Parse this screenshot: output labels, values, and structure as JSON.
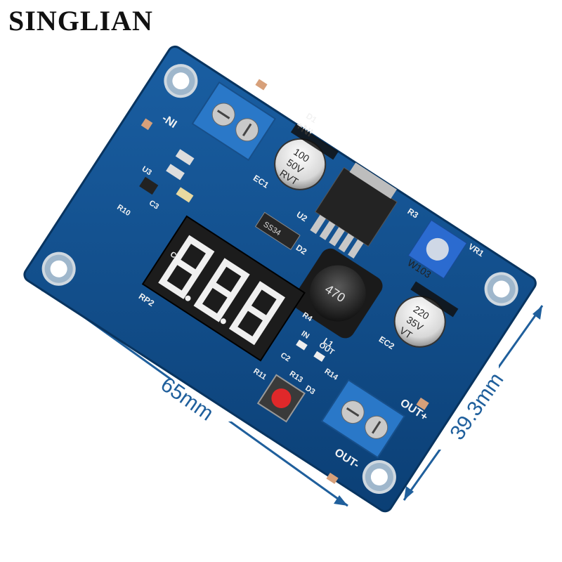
{
  "brand": {
    "name": "SINGLIAN"
  },
  "dimensions": {
    "width_label": "65mm",
    "height_label": "39.3mm"
  },
  "board_labels": {
    "in_plus": "+NI",
    "in_minus": "-NI",
    "out_plus": "OUT+",
    "out_minus": "OUT-",
    "in_led": "IN",
    "out_led": "OUT",
    "d1": "D1",
    "d2": "D2",
    "d3": "D3",
    "ec1": "EC1",
    "ec2": "EC2",
    "u2": "U2",
    "u3": "U3",
    "l1": "L1",
    "r3": "R3",
    "r4": "R4",
    "r10": "R10",
    "r11": "R11",
    "r13": "R13",
    "r14": "R14",
    "c1": "C1",
    "c2": "C2",
    "c3": "C3",
    "rp2": "RP2",
    "vr1": "VR1",
    "diode_mark": "SS34",
    "inductor_value": "470",
    "pot_value": "W103",
    "cap_in_value": "100",
    "cap_in_voltage": "50V",
    "cap_in_series": "RVT",
    "cap_out_value": "220",
    "cap_out_voltage": "35V",
    "cap_out_series": "VT"
  },
  "colors": {
    "pcb": "#0f4f8f",
    "dimension_line": "#1f5f9c",
    "terminal": "#2a78c8",
    "display": "#1c1c1c"
  }
}
